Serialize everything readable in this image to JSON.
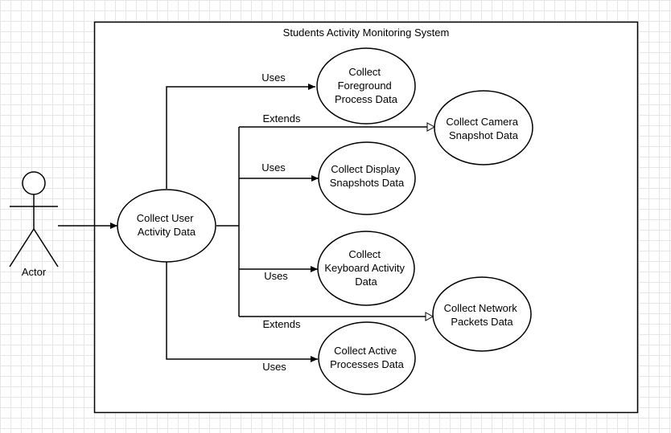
{
  "system": {
    "title": "Students Activity Monitoring System"
  },
  "actor": {
    "label": "Actor"
  },
  "use_cases": {
    "main": [
      "Collect User",
      "Activity Data"
    ],
    "foreground": [
      "Collect",
      "Foreground",
      "Process Data"
    ],
    "camera": [
      "Collect Camera",
      "Snapshot Data"
    ],
    "display": [
      "Collect Display",
      "Snapshots Data"
    ],
    "keyboard": [
      "Collect",
      "Keyboard Activity",
      "Data"
    ],
    "network": [
      "Collect Network",
      "Packets Data"
    ],
    "active": [
      "Collect Active",
      "Processes Data"
    ]
  },
  "relations": {
    "foreground": "Uses",
    "camera": "Extends",
    "display": "Uses",
    "keyboard": "Uses",
    "network": "Extends",
    "active": "Uses"
  }
}
